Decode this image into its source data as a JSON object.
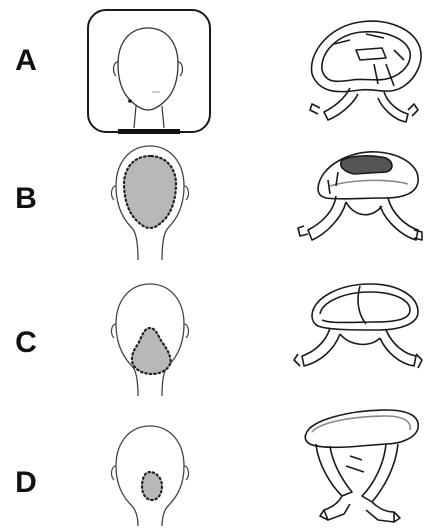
{
  "figure": {
    "rows": [
      {
        "label": "A",
        "head_view": "front",
        "highlight": "none",
        "headgear_icon": "headgear-cap-icon"
      },
      {
        "label": "B",
        "head_view": "back",
        "highlight": "large-occipital",
        "headgear_icon": "headgear-crown-strap-icon"
      },
      {
        "label": "C",
        "head_view": "back",
        "highlight": "medium-lower-occipital",
        "headgear_icon": "headgear-loop-strap-icon"
      },
      {
        "label": "D",
        "head_view": "back",
        "highlight": "small-lower-occipital",
        "headgear_icon": "headgear-band-icon"
      }
    ],
    "colors": {
      "outline": "#1a1a1a",
      "shading": "#b8b8b8",
      "dots": "#222222",
      "frame": "#111111"
    }
  }
}
